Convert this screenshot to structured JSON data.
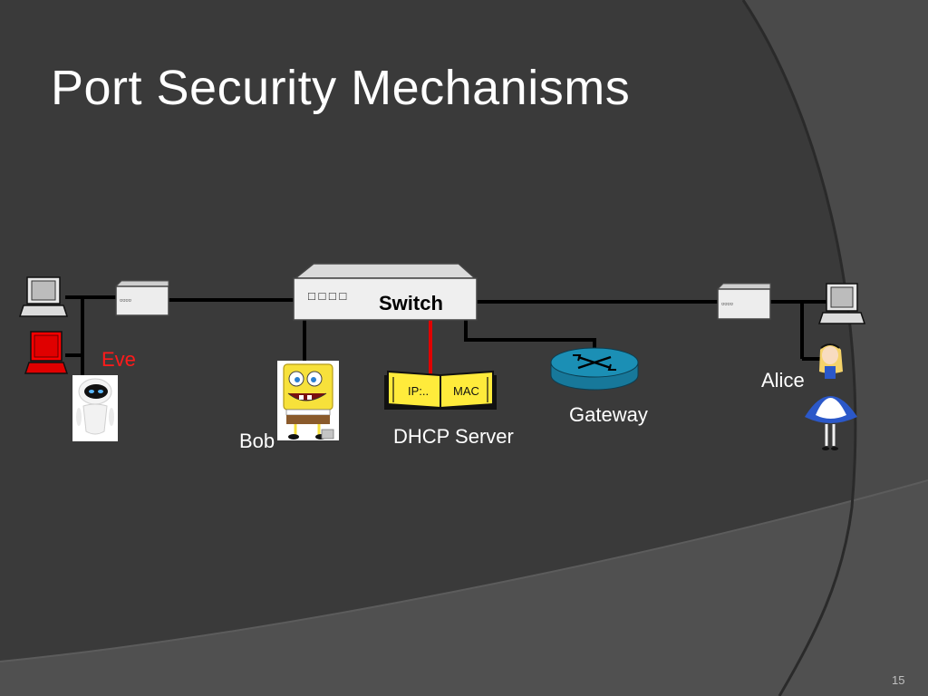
{
  "slide": {
    "title": "Port Security Mechanisms",
    "page_number": "15"
  },
  "diagram": {
    "switch_label": "Switch",
    "switch_port_glyphs": "□ □ □ □",
    "hub_port_glyphs": "▫▫▫▫",
    "dhcp_ip_label": "IP:..",
    "dhcp_mac_label": "MAC",
    "labels": {
      "eve": "Eve",
      "bob": "Bob",
      "dhcp_server": "DHCP Server",
      "gateway": "Gateway",
      "alice": "Alice"
    },
    "colors": {
      "background": "#3b3b3b",
      "eve_label": "#ff1a1a",
      "attack_link": "#e00000",
      "dhcp_book": "#ffeb3b",
      "router": "#1b8fb5"
    }
  }
}
